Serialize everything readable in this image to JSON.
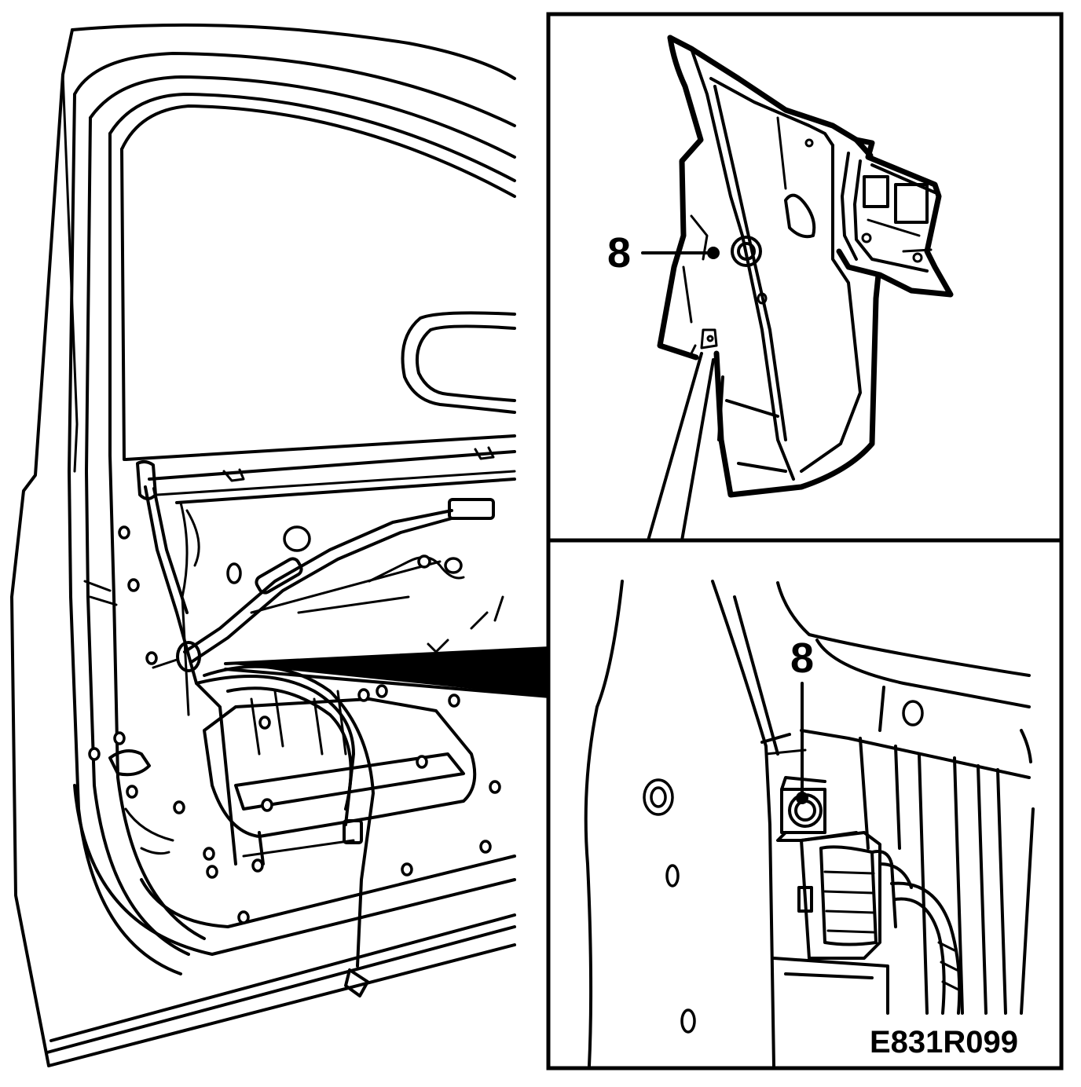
{
  "callouts": {
    "top_detail": "8",
    "bottom_detail": "8"
  },
  "figure_code": "E831R099"
}
